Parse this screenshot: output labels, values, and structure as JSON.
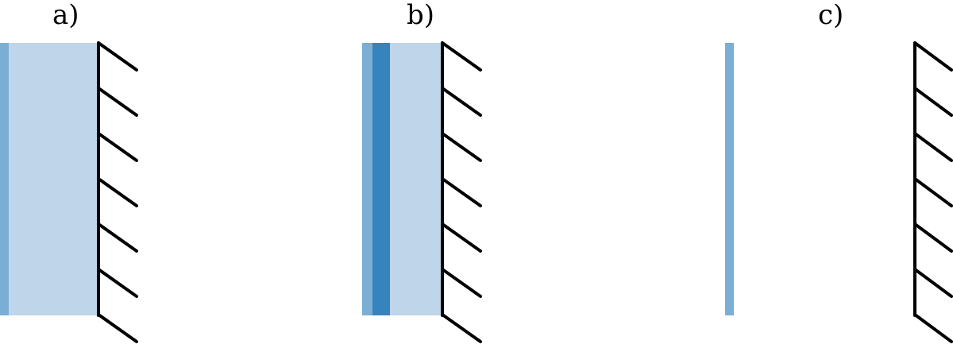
{
  "figure": {
    "labels": {
      "a": "a)",
      "b": "b)",
      "c": "c)"
    },
    "colors": {
      "layer_light": "#bed5ea",
      "layer_medium": "#7aaed5",
      "layer_dark": "#3584bd",
      "wall": "#000000"
    },
    "icons": {
      "mirror": "hatched-mirror-icon"
    }
  }
}
